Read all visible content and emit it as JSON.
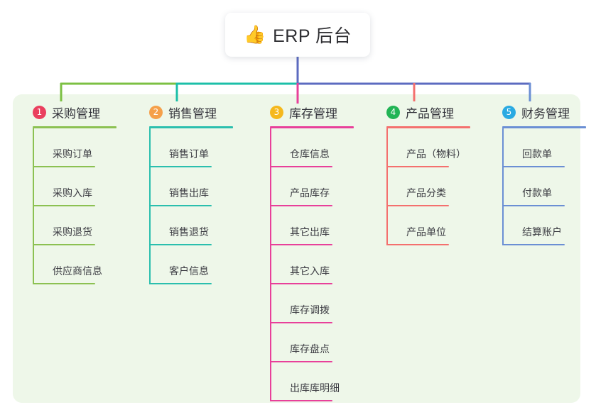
{
  "root": {
    "icon": "thumbs-up-emoji",
    "emoji": "👍",
    "title": "ERP 后台"
  },
  "panel": {
    "background": "#eef7e9"
  },
  "connector": {
    "stem_color": "#5c6bc0",
    "bar_segments": [
      "#7cc043",
      "#1cbfa8",
      "#5c6bc0",
      "#5c6bc0"
    ],
    "drop_colors": [
      "#7cc043",
      "#1cbfa8",
      "#e8409a",
      "#f4706e",
      "#6b8fd4"
    ]
  },
  "columns": [
    {
      "index": "1",
      "title": "采购管理",
      "badge_color": "#ea3f5e",
      "line_color": "#8cc152",
      "items": [
        {
          "label": "采购订单"
        },
        {
          "label": "采购入库"
        },
        {
          "label": "采购退货"
        },
        {
          "label": "供应商信息"
        }
      ]
    },
    {
      "index": "2",
      "title": "销售管理",
      "badge_color": "#f5a04a",
      "line_color": "#2bbfae",
      "items": [
        {
          "label": "销售订单"
        },
        {
          "label": "销售出库"
        },
        {
          "label": "销售退货"
        },
        {
          "label": "客户信息"
        }
      ]
    },
    {
      "index": "3",
      "title": "库存管理",
      "badge_color": "#f5b81c",
      "line_color": "#e8409a",
      "items": [
        {
          "label": "仓库信息"
        },
        {
          "label": "产品库存"
        },
        {
          "label": "其它出库"
        },
        {
          "label": "其它入库"
        },
        {
          "label": "库存调拨"
        },
        {
          "label": "库存盘点"
        },
        {
          "label": "出库库明细"
        }
      ]
    },
    {
      "index": "4",
      "title": "产品管理",
      "badge_color": "#22b455",
      "line_color": "#f4706e",
      "items": [
        {
          "label": "产品（物料）"
        },
        {
          "label": "产品分类"
        },
        {
          "label": "产品单位"
        }
      ]
    },
    {
      "index": "5",
      "title": "财务管理",
      "badge_color": "#2aaae2",
      "line_color": "#6b8fd4",
      "items": [
        {
          "label": "回款单"
        },
        {
          "label": "付款单"
        },
        {
          "label": "结算账户"
        }
      ]
    }
  ]
}
